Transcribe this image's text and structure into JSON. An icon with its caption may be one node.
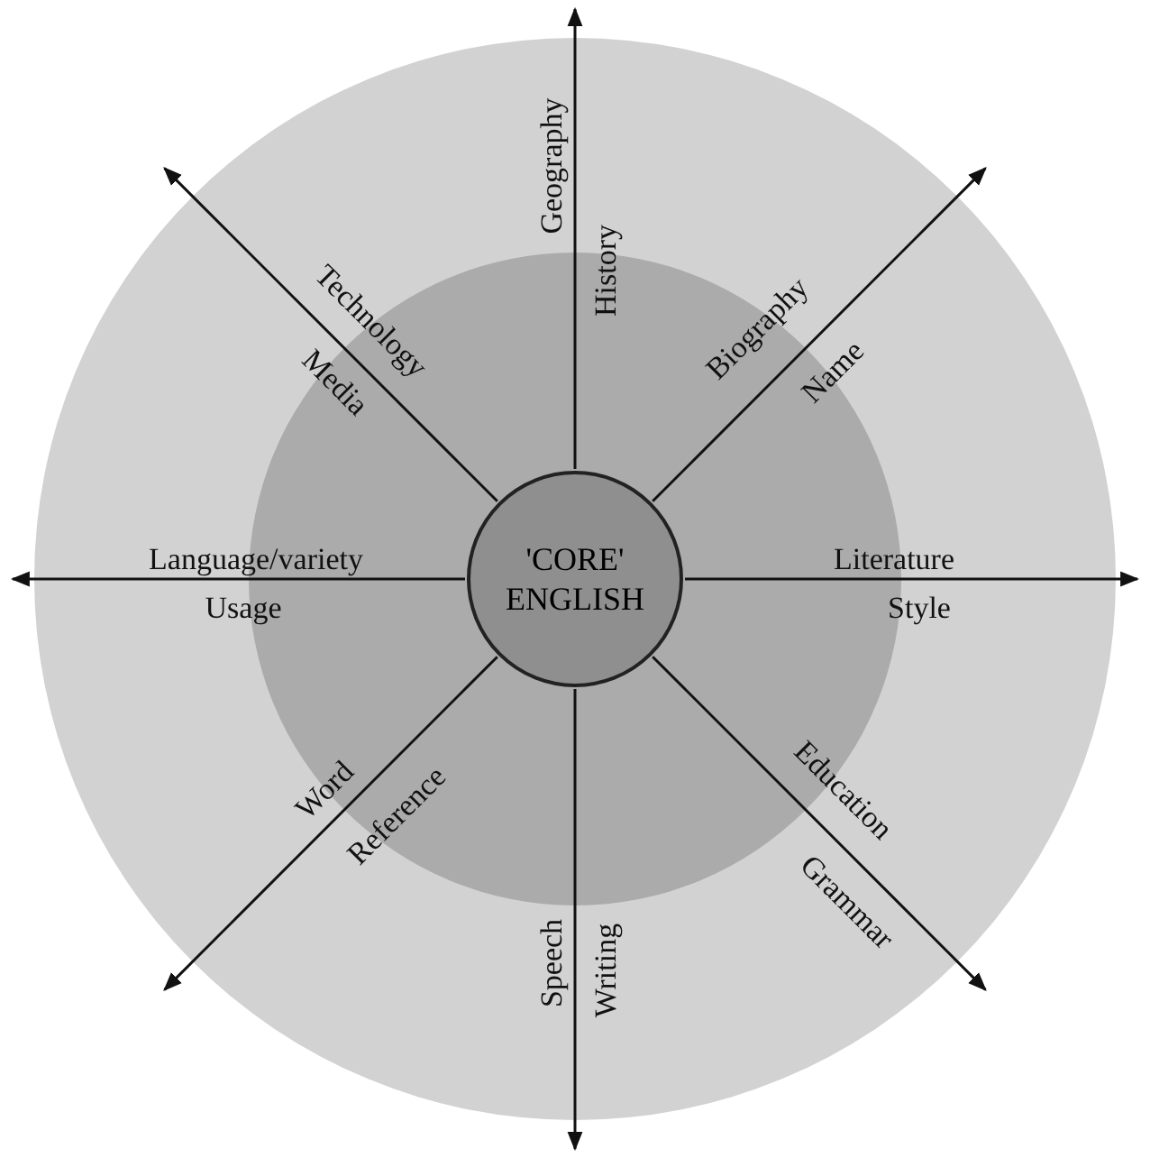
{
  "diagram": {
    "nodes": [
      {
        "text": [],
        "shape": "circle"
      },
      {
        "text": [],
        "shape": "circle",
        "in": 0
      },
      {
        "text": [
          "'CORE' ENGLISH"
        ],
        "in": 1
      }
    ],
    "edges": [
      {
        "from": 2,
        "to": null,
        "arrow": "to"
      },
      {
        "from": 2,
        "to": null,
        "arrow": "to"
      },
      {
        "from": 2,
        "to": null,
        "arrow": "to"
      },
      {
        "from": 2,
        "to": null,
        "arrow": "to"
      },
      {
        "from": 2,
        "to": null,
        "arrow": "to"
      },
      {
        "from": 2,
        "to": null,
        "arrow": "to"
      },
      {
        "from": 2,
        "to": null,
        "arrow": "to"
      },
      {
        "from": 2,
        "to": null,
        "arrow": "to"
      }
    ],
    "labels": [
      "Geography",
      "History",
      "Technology",
      "Media",
      "Biography",
      "Name",
      "Language/variety",
      "Literature",
      "Usage",
      "Style",
      "Word",
      "Reference",
      "Education",
      "Grammar",
      "Speech",
      "Writing"
    ]
  }
}
